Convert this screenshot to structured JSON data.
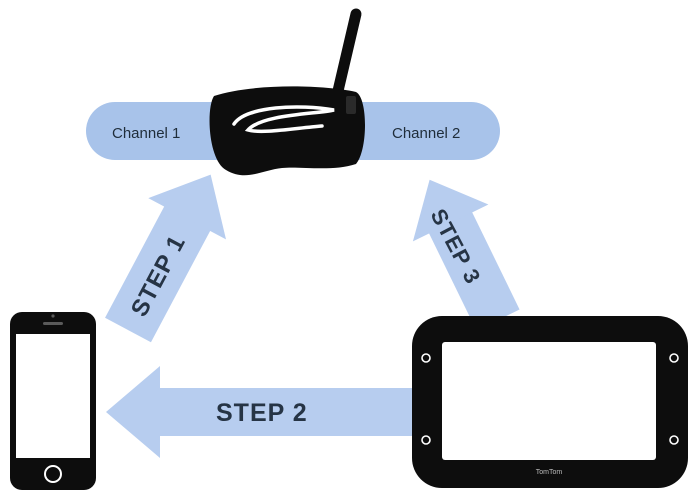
{
  "channels": {
    "channel_1": "Channel 1",
    "channel_2": "Channel 2"
  },
  "steps": {
    "step_1": "STEP 1",
    "step_2": "STEP 2",
    "step_3": "STEP 3"
  },
  "gps": {
    "brand": "TomTom"
  },
  "colors": {
    "pill": "#a8c3ea",
    "arrow": "#b7cdef",
    "device": "#0d0d0d",
    "screen": "#ffffff",
    "text": "#263445"
  },
  "icons": [
    "intercom-headset-icon",
    "smartphone-icon",
    "gps-navigator-icon"
  ]
}
